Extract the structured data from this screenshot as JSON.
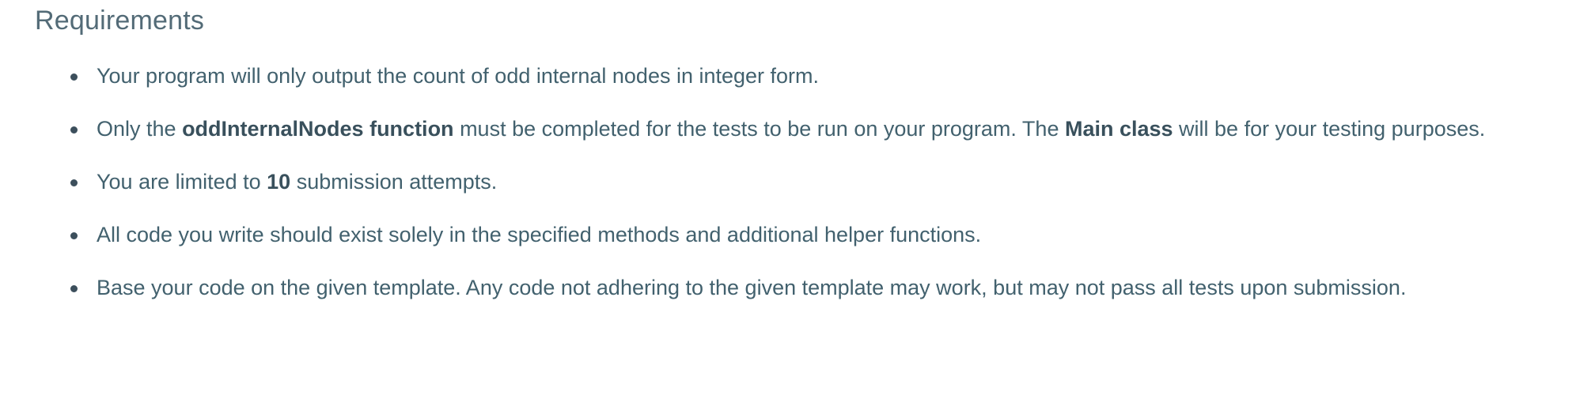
{
  "section": {
    "title": "Requirements",
    "title_color": "#536b77",
    "text_color": "#42616e",
    "bullet_color": "#3c4f5c",
    "background": "#ffffff"
  },
  "requirements": [
    {
      "id": "output-format",
      "segments": [
        {
          "text": "Your program will only output the count of odd internal nodes in integer form.",
          "bold": false
        }
      ],
      "plain": "Your program will only output the count of odd internal nodes in integer form."
    },
    {
      "id": "function-to-complete",
      "segments": [
        {
          "text": "Only the ",
          "bold": false
        },
        {
          "text": "oddInternalNodes function",
          "bold": true
        },
        {
          "text": " must be completed for the tests to be run on your program. The ",
          "bold": false
        },
        {
          "text": "Main class",
          "bold": true
        },
        {
          "text": " will be for your testing purposes.",
          "bold": false
        }
      ],
      "plain": "Only the oddInternalNodes function must be completed for the tests to be run on your program. The Main class will be for your testing purposes."
    },
    {
      "id": "submission-limit",
      "segments": [
        {
          "text": "You are limited to ",
          "bold": false
        },
        {
          "text": "10",
          "bold": true
        },
        {
          "text": " submission attempts.",
          "bold": false
        }
      ],
      "plain": "You are limited to 10 submission attempts."
    },
    {
      "id": "code-placement",
      "segments": [
        {
          "text": "All code you write should exist solely in the specified methods and additional helper functions.",
          "bold": false
        }
      ],
      "plain": "All code you write should exist solely in the specified methods and additional helper functions."
    },
    {
      "id": "template-adherence",
      "segments": [
        {
          "text": "Base your code on the given template. Any code not adhering to the given template may work, but may not pass all tests upon submission.",
          "bold": false
        }
      ],
      "plain": "Base your code on the given template. Any code not adhering to the given template may work, but may not pass all tests upon submission."
    }
  ]
}
